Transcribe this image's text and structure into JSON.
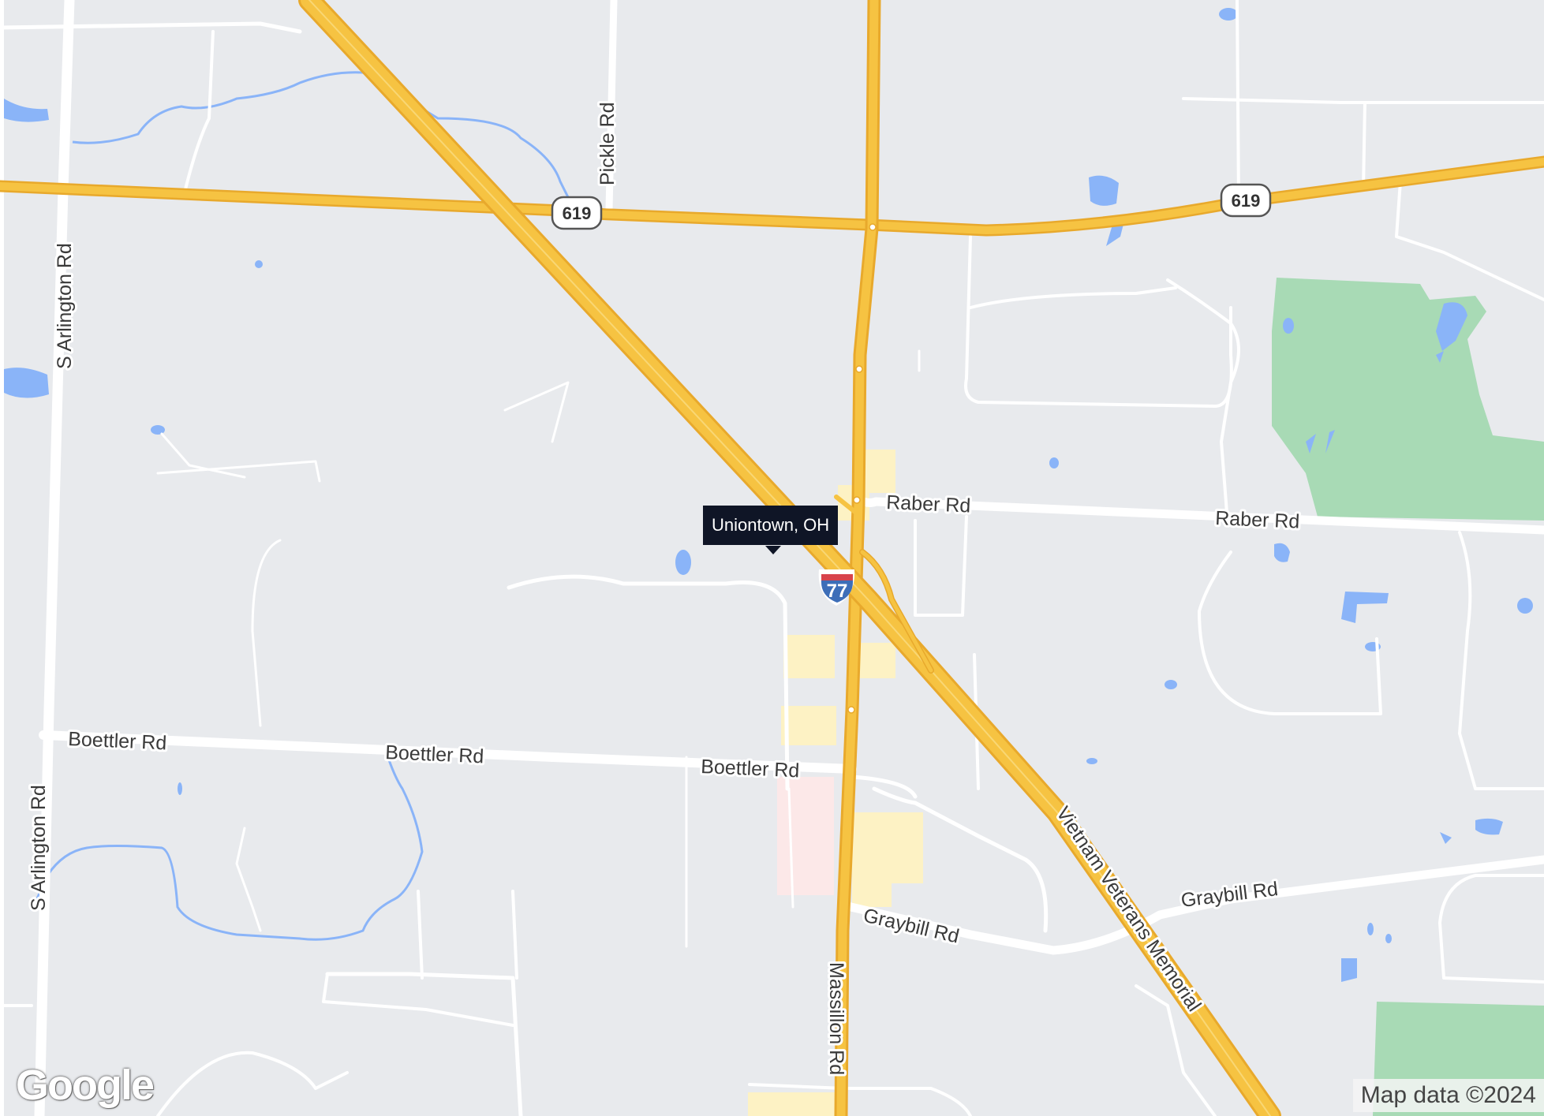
{
  "map": {
    "place_tooltip": "Uniontown, OH",
    "attribution": "Map data ©2024",
    "logo_text": "Google",
    "road_labels": {
      "pickle": "Pickle Rd",
      "arlington_upper": "S Arlington Rd",
      "arlington_lower": "S Arlington Rd",
      "raber_1": "Raber Rd",
      "raber_2": "Raber Rd",
      "boettler_1": "Boettler Rd",
      "boettler_2": "Boettler Rd",
      "boettler_3": "Boettler Rd",
      "graybill_1": "Graybill Rd",
      "graybill_2": "Graybill Rd",
      "massillon": "Massillon Rd",
      "vietnam": "Vietnam Veterans Memorial"
    },
    "route_shields": {
      "state_left": "619",
      "state_right": "619",
      "interstate": "77"
    },
    "colors": {
      "background": "#e8eaed",
      "water": "#8ab4f8",
      "park": "#a8dab5",
      "highway": "#f6c342",
      "highway_casing": "#e8a92c",
      "local_road": "#ffffff",
      "commercial": "#fdf2c4",
      "medical": "#fce8e8",
      "interstate_shield": "#3d6eb8"
    }
  }
}
